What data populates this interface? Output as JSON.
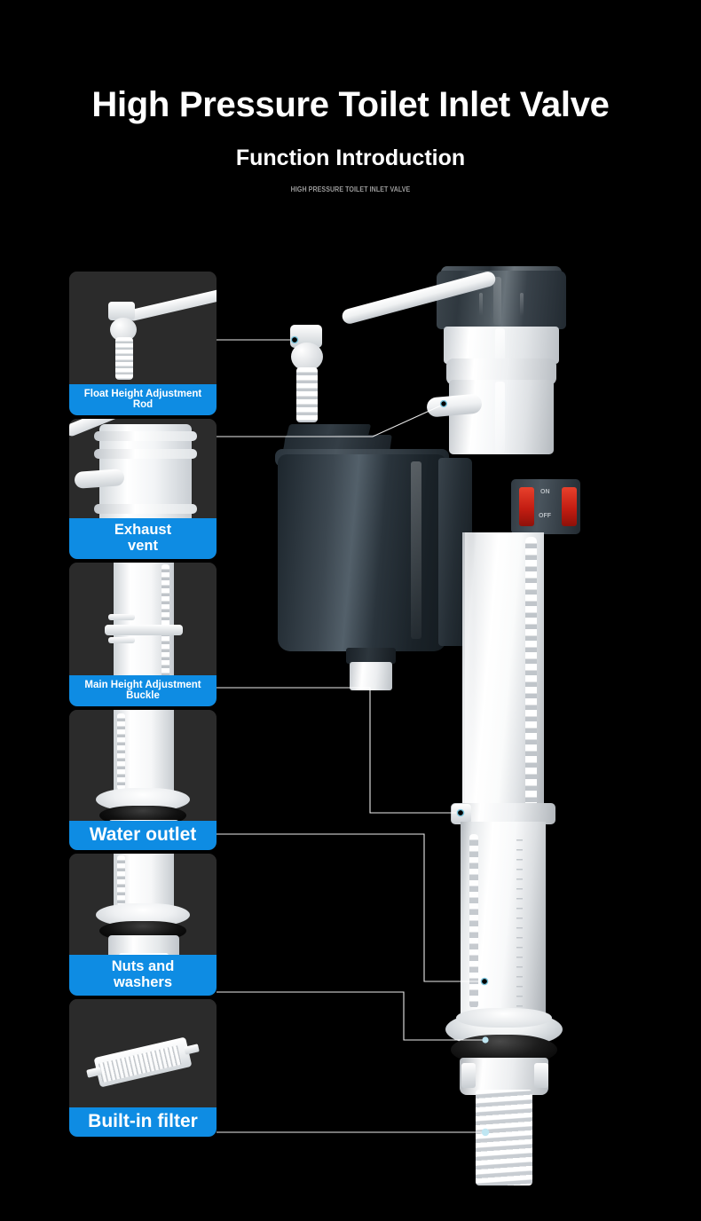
{
  "header": {
    "main_title": "High Pressure Toilet Inlet Valve",
    "sub_title": "Function Introduction",
    "eyebrow": "HIGH PRESSURE TOILET INLET VALVE"
  },
  "colors": {
    "background": "#000000",
    "label_blue": "#0e8ce3",
    "thumb_bg": "#2b2b2b",
    "connector": "#ffffff",
    "dot_accent": "#8fd4e8",
    "switch_red": "#c31d12",
    "cap_dark": "#2f383f",
    "float_cup_dark": "#2b353d",
    "title_white": "#ffffff",
    "eyebrow_gray": "#9b9b9b"
  },
  "callouts": [
    {
      "id": "float-height-adjustment-rod",
      "label": "Float Height Adjustment\nRod",
      "label_line1": "Float Height Adjustment",
      "label_line2": "Rod",
      "size": "sm",
      "thumb": "float-rod-photo"
    },
    {
      "id": "exhaust-vent",
      "label": "Exhaust\nvent",
      "label_line1": "Exhaust",
      "label_line2": "vent",
      "size": "md",
      "thumb": "exhaust-vent-photo"
    },
    {
      "id": "main-height-adjustment-buckle",
      "label": "Main Height Adjustment\nBuckle",
      "label_line1": "Main Height Adjustment",
      "label_line2": "Buckle",
      "size": "sm",
      "thumb": "height-buckle-photo"
    },
    {
      "id": "water-outlet",
      "label": "Water outlet",
      "label_line1": "Water outlet",
      "label_line2": "",
      "size": "lg",
      "thumb": "water-outlet-photo"
    },
    {
      "id": "nuts-and-washers",
      "label": "Nuts and\nwashers",
      "label_line1": "Nuts and",
      "label_line2": "washers",
      "size": "md",
      "thumb": "nuts-washers-photo"
    },
    {
      "id": "built-in-filter",
      "label": "Built-in filter",
      "label_line1": "Built-in filter",
      "label_line2": "",
      "size": "lg",
      "thumb": "filter-photo"
    }
  ],
  "product": {
    "name": "high-pressure-toilet-inlet-valve",
    "switch": {
      "on_label": "ON",
      "off_label": "OFF"
    },
    "parts": [
      "top-cap",
      "float-rod",
      "exhaust-vent-nozzle",
      "float-cup",
      "on-off-switch",
      "main-shaft",
      "height-adjustment-buckle",
      "cone-washer",
      "rubber-gasket",
      "lock-nut",
      "threaded-shank"
    ]
  },
  "connectors": [
    {
      "from": "float-height-adjustment-rod",
      "to": "float-rod-tip"
    },
    {
      "from": "exhaust-vent",
      "to": "vent-nozzle-tip"
    },
    {
      "from": "main-height-adjustment-buckle",
      "to": "shaft-buckle"
    },
    {
      "from": "water-outlet",
      "to": "cone-washer-top"
    },
    {
      "from": "nuts-and-washers",
      "to": "gasket-nut"
    },
    {
      "from": "built-in-filter",
      "to": "threaded-shank"
    }
  ]
}
